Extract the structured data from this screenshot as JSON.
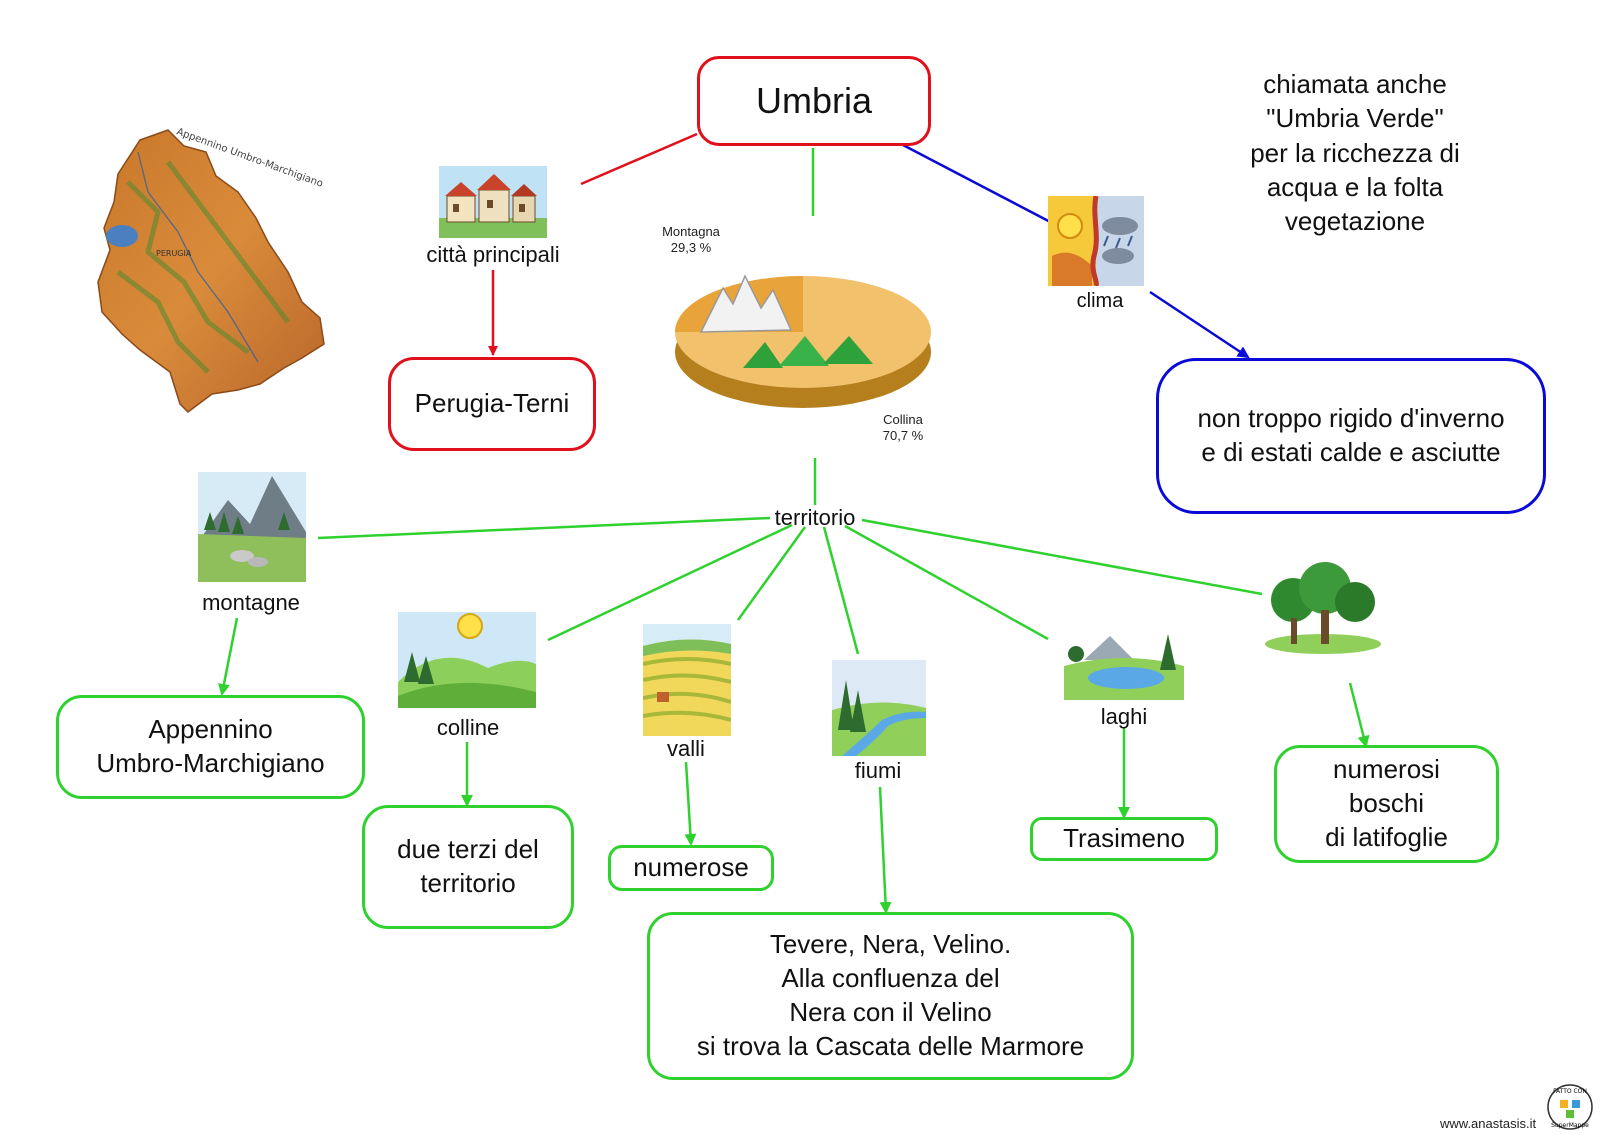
{
  "title": "Umbria",
  "nickname_note": "chiamata anche\n\"Umbria Verde\"\nper la ricchezza di\nacqua e la folta\nvegetazione",
  "map_labels": {
    "appennino": "Appennino Umbro-Marchigiano",
    "perugia": "PERUGIA"
  },
  "cities": {
    "label": "città principali",
    "value": "Perugia-Terni"
  },
  "climate": {
    "label": "clima",
    "value": "non troppo rigido d'inverno\ne di estati calde e asciutte"
  },
  "territory": {
    "label": "territorio",
    "pie": {
      "slices": [
        {
          "name": "Montagna",
          "value": "29,3 %"
        },
        {
          "name": "Collina",
          "value": "70,7 %"
        }
      ]
    }
  },
  "branches": {
    "mountains": {
      "label": "montagne",
      "value": "Appennino\nUmbro-Marchigiano"
    },
    "hills": {
      "label": "colline",
      "value": "due terzi del\nterritorio"
    },
    "valleys": {
      "label": "valli",
      "value": "numerose"
    },
    "rivers": {
      "label": "fiumi",
      "value": "Tevere, Nera, Velino.\nAlla confluenza del\nNera con il Velino\nsi trova la Cascata delle Marmore"
    },
    "lakes": {
      "label": "laghi",
      "value": "Trasimeno"
    },
    "woods": {
      "value": "numerosi\nboschi\ndi latifoglie"
    }
  },
  "footer": {
    "website": "www.anastasis.it",
    "badge_top": "FATTO CON",
    "badge_bottom": "SuperMappe"
  },
  "colors": {
    "red": "#e0101c",
    "green": "#2fd12f",
    "blue": "#0a0ad8"
  }
}
